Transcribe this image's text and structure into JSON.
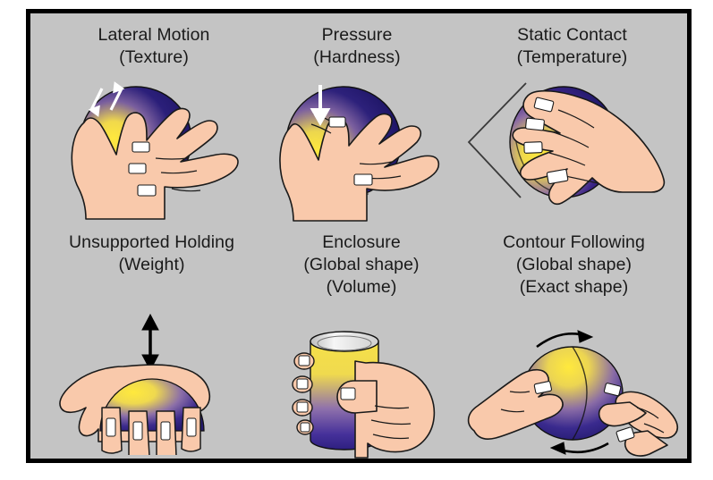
{
  "figure": {
    "background_color": "#c4c4c4",
    "border_color": "#000000",
    "text_color": "#1a1a1a",
    "palette": {
      "skin": "#f9c9ab",
      "skin_outline": "#1a1a1a",
      "nail": "#ffffff",
      "object_highlight": "#ffe93d",
      "object_mid": "#8b6fa8",
      "object_shadow": "#221a6e",
      "cylinder_rim": "#e8e8e8",
      "arrow": "#000000",
      "motion_arrow": "#ffffff"
    },
    "panels": [
      {
        "id": "lateral-motion",
        "title": "Lateral Motion",
        "subtitles": [
          "(Texture)"
        ],
        "object": "sphere",
        "hand_count": 1,
        "annotation": "two white bidirectional rubbing arrows on sphere"
      },
      {
        "id": "pressure",
        "title": "Pressure",
        "subtitles": [
          "(Hardness)"
        ],
        "object": "sphere",
        "hand_count": 1,
        "annotation": "white downward arrow pressing into sphere"
      },
      {
        "id": "static-contact",
        "title": "Static Contact",
        "subtitles": [
          "(Temperature)"
        ],
        "object": "sphere",
        "hand_count": 1,
        "annotation": "angle leader line from caption to sphere"
      },
      {
        "id": "unsupported-holding",
        "title": "Unsupported Holding",
        "subtitles": [
          "(Weight)"
        ],
        "object": "sphere",
        "hand_count": 1,
        "annotation": "black double-headed vertical arrow above hand"
      },
      {
        "id": "enclosure",
        "title": "Enclosure",
        "subtitles": [
          "(Global shape)",
          "(Volume)"
        ],
        "object": "cylinder",
        "hand_count": 1,
        "annotation": "hand wrapped around cylinder"
      },
      {
        "id": "contour-following",
        "title": "Contour Following",
        "subtitles": [
          "(Global shape)",
          "(Exact shape)"
        ],
        "object": "sphere",
        "hand_count": 2,
        "annotation": "two black curved arrows tracing around sphere"
      }
    ]
  }
}
